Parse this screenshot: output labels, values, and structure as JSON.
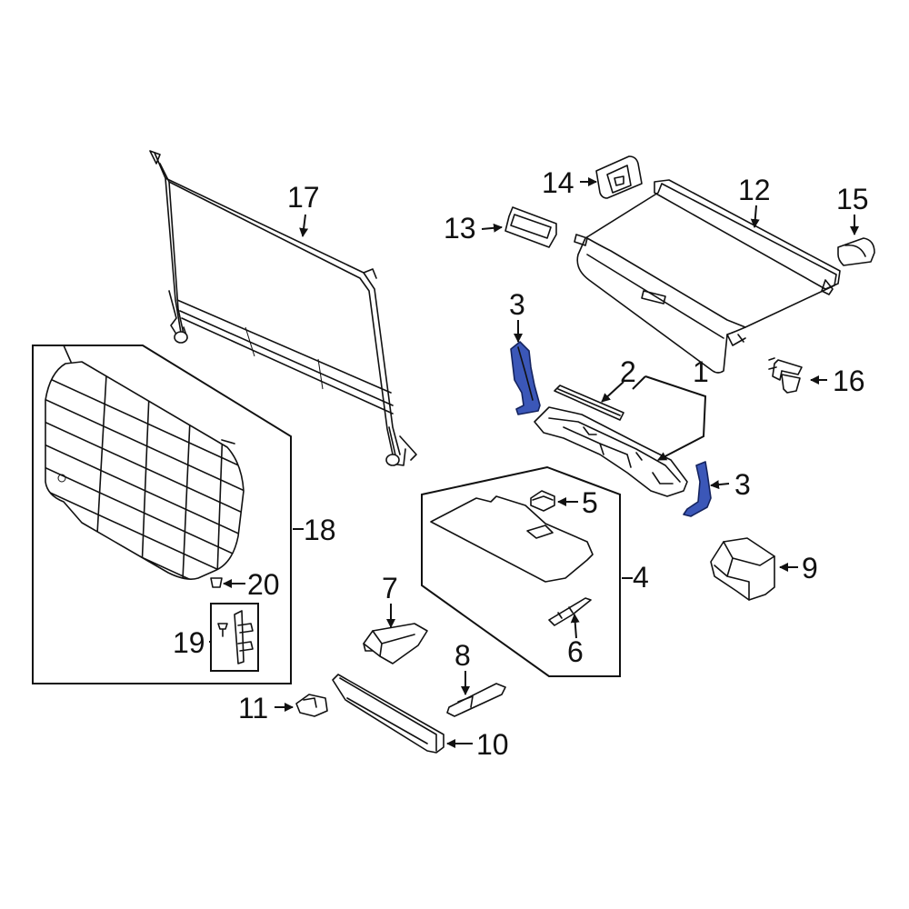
{
  "highlight_color": "#3b57b8",
  "callouts": {
    "c1": "1",
    "c2": "2",
    "c3a": "3",
    "c3b": "3",
    "c4": "4",
    "c5": "5",
    "c6": "6",
    "c7": "7",
    "c8": "8",
    "c9": "9",
    "c10": "10",
    "c11": "11",
    "c12": "12",
    "c13": "13",
    "c14": "14",
    "c15": "15",
    "c16": "16",
    "c17": "17",
    "c18": "18",
    "c19": "19",
    "c20": "20"
  }
}
